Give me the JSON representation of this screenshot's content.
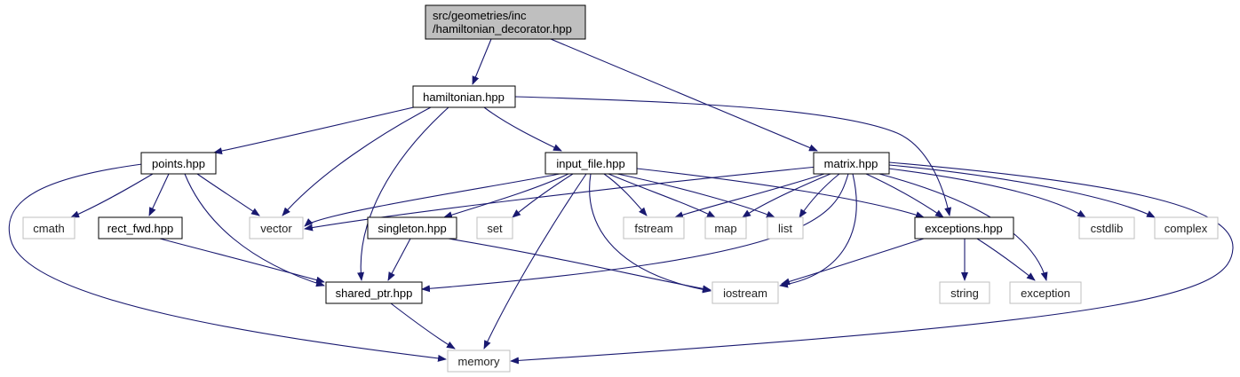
{
  "diagram": {
    "root": {
      "line1": "src/geometries/inc",
      "line2": "/hamiltonian_decorator.hpp"
    },
    "nodes": {
      "hamiltonian": "hamiltonian.hpp",
      "points": "points.hpp",
      "input_file": "input_file.hpp",
      "matrix": "matrix.hpp",
      "cmath": "cmath",
      "rect_fwd": "rect_fwd.hpp",
      "vector": "vector",
      "singleton": "singleton.hpp",
      "set": "set",
      "fstream": "fstream",
      "map": "map",
      "list": "list",
      "exceptions": "exceptions.hpp",
      "cstdlib": "cstdlib",
      "complex": "complex",
      "shared_ptr": "shared_ptr.hpp",
      "iostream": "iostream",
      "string": "string",
      "exception": "exception",
      "memory": "memory"
    },
    "colors": {
      "edge": "#191970",
      "project_border": "#000000",
      "system_border": "#bfbfbf",
      "root_fill": "#bfbfbf"
    }
  }
}
